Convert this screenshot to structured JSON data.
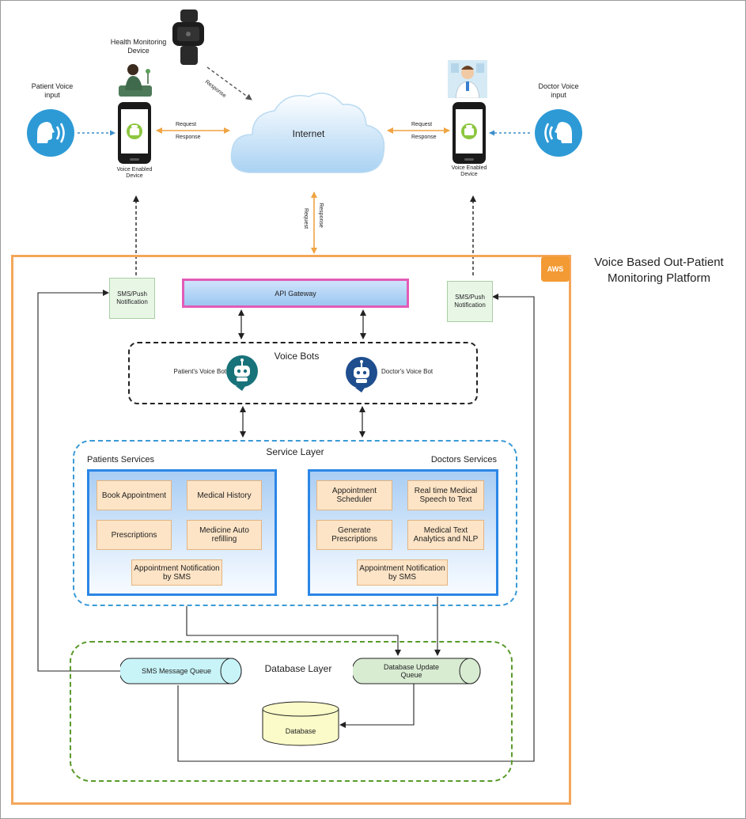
{
  "platform_title": "Voice Based Out-Patient\nMonitoring Platform",
  "aws_badge": "AWS",
  "health_device_label": "Health Monitoring\nDevice",
  "patient_voice_label": "Patient Voice\ninput",
  "doctor_voice_label": "Doctor Voice\ninput",
  "patient_device_label": "Voice Enabled\nDevice",
  "doctor_device_label": "Voice Enabled\nDevice",
  "internet_label": "Internet",
  "left_request": "Request",
  "left_response": "Response",
  "right_request": "Request",
  "right_response": "Response",
  "vertical_request": "Request",
  "vertical_response": "Response",
  "diag_response": "Response",
  "sms_left": "SMS/Push\nNotification",
  "sms_right": "SMS/Push\nNotification",
  "api_gateway": "API Gateway",
  "voice_bots": {
    "title": "Voice Bots",
    "patient": "Patient's Voice Bot",
    "doctor": "Doctor's Voice Bot"
  },
  "service_layer": {
    "title": "Service Layer",
    "patients_title": "Patients Services",
    "doctors_title": "Doctors Services",
    "patient_items": [
      "Book Appointment",
      "Medical History",
      "Prescriptions",
      "Medicine Auto\nrefilling",
      "Appointment Notification\nby SMS"
    ],
    "doctor_items": [
      "Appointment\nScheduler",
      "Real time Medical\nSpeech to Text",
      "Generate\nPrescriptions",
      "Medical Text\nAnalytics and NLP",
      "Appointment Notification\nby SMS"
    ]
  },
  "database_layer": {
    "title": "Database Layer",
    "sms_queue": "SMS Message Queue",
    "update_queue": "Database Update\nQueue",
    "database": "Database"
  }
}
